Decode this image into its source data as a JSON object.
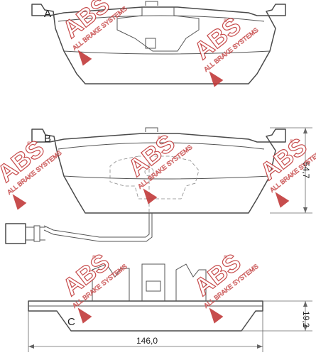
{
  "labels": {
    "view_a": "A",
    "view_b": "B",
    "view_c": "C"
  },
  "dimensions": {
    "width": "146,0",
    "height": "54,7",
    "thickness": "19,2"
  },
  "watermark": {
    "logo_text": "ABS",
    "slogan": "ALL BRAKE SYSTEMS",
    "reg_mark": "®",
    "color": "#c23a3a"
  },
  "colors": {
    "line": "#4a4a4a",
    "background": "#ffffff"
  }
}
